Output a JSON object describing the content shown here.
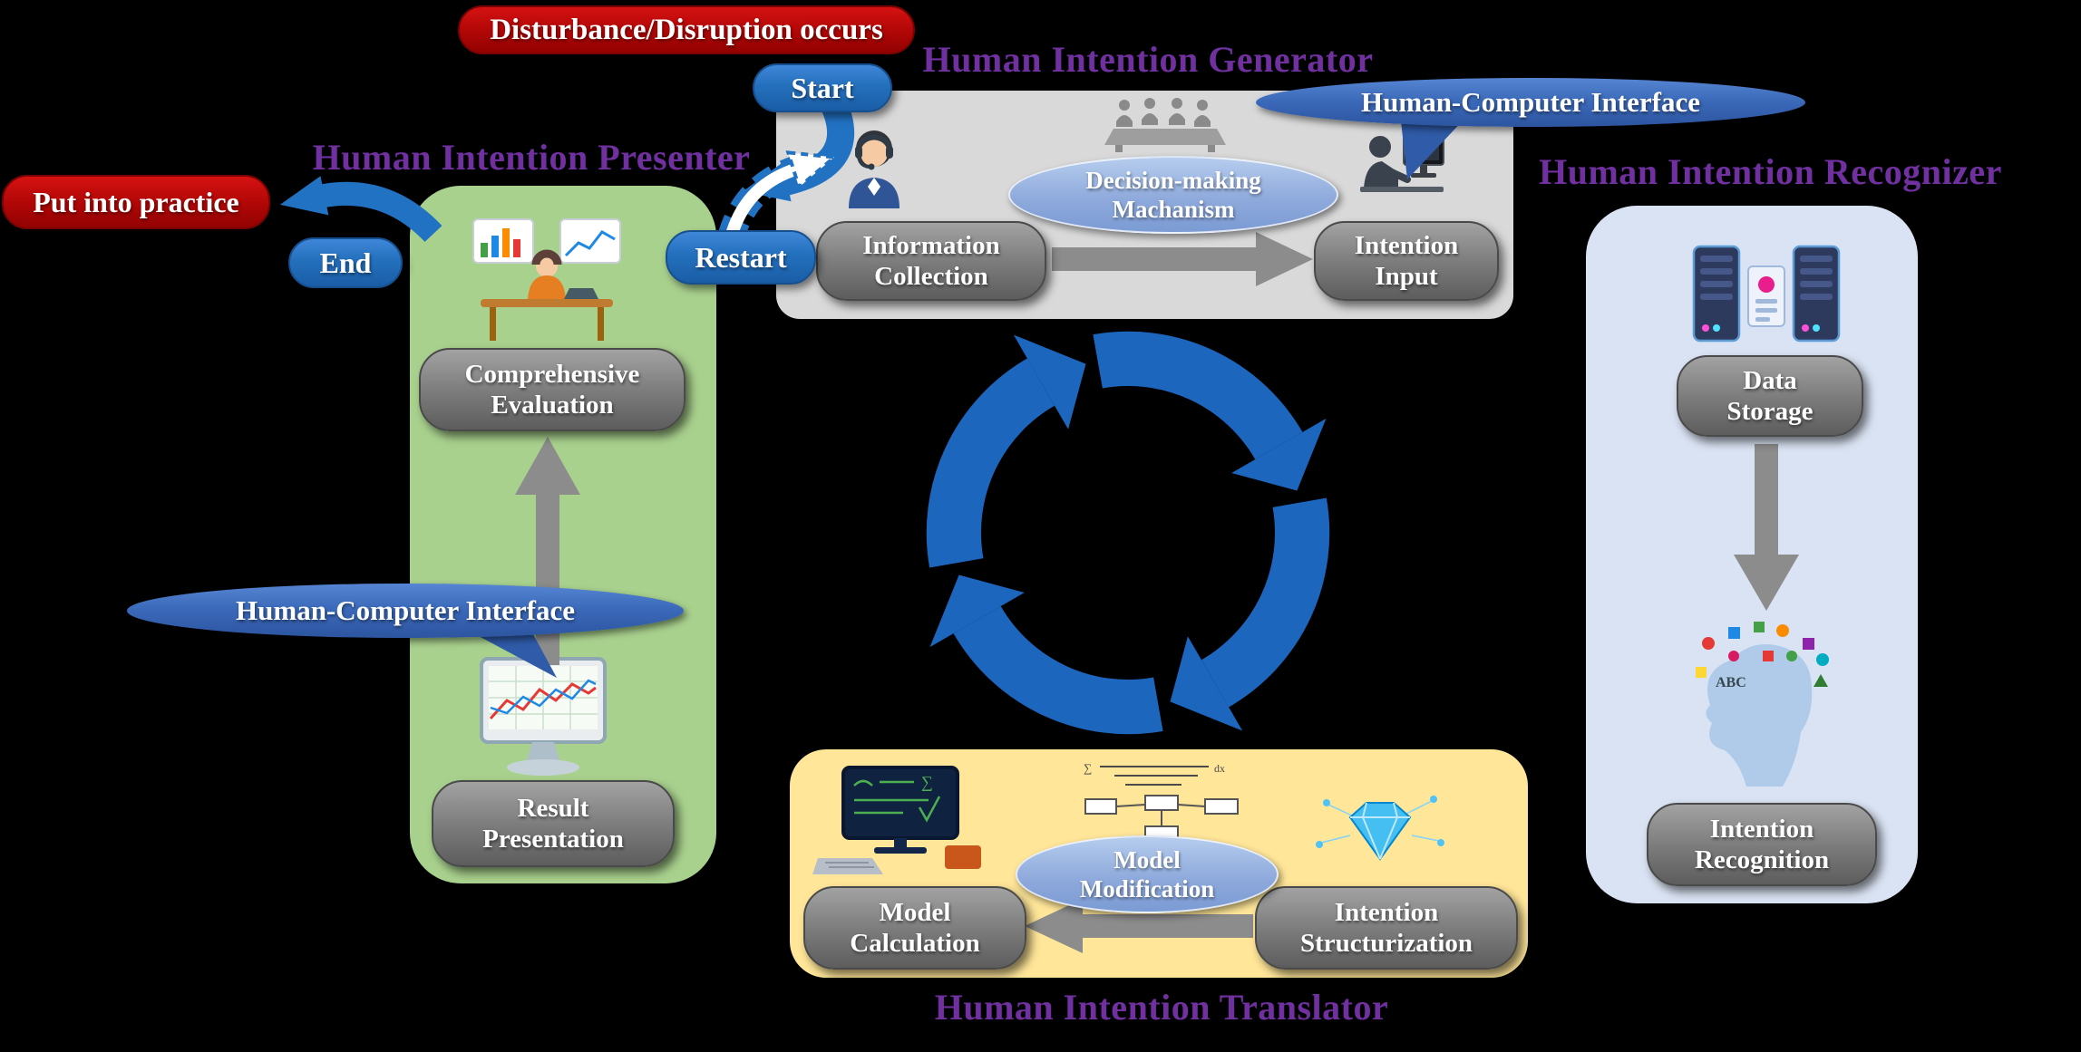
{
  "titles": {
    "presenter": "Human Intention Presenter",
    "generator": "Human Intention Generator",
    "recognizer": "Human Intention Recognizer",
    "translator": "Human Intention Translator"
  },
  "badges": {
    "disturbance": "Disturbance/Disruption occurs",
    "start": "Start",
    "restart": "Restart",
    "end": "End",
    "practice": "Put into practice"
  },
  "interface_bubbles": {
    "top": "Human-Computer Interface",
    "left": "Human-Computer Interface"
  },
  "generator": {
    "decision_line1": "Decision-making",
    "decision_line2": "Machanism",
    "info_line1": "Information",
    "info_line2": "Collection",
    "input_line1": "Intention",
    "input_line2": "Input"
  },
  "recognizer": {
    "storage_line1": "Data",
    "storage_line2": "Storage",
    "recognition_line1": "Intention",
    "recognition_line2": "Recognition"
  },
  "presenter": {
    "evaluation_line1": "Comprehensive",
    "evaluation_line2": "Evaluation",
    "result_line1": "Result",
    "result_line2": "Presentation"
  },
  "translator": {
    "modification_line1": "Model",
    "modification_line2": "Modification",
    "calculation_line1": "Model",
    "calculation_line2": "Calculation",
    "structurization_line1": "Intention",
    "structurization_line2": "Structurization"
  },
  "colors": {
    "title_purple": "#7030A0",
    "panel_generator": "#D9D9D9",
    "panel_recognizer": "#DAE3F3",
    "panel_presenter": "#A9D18E",
    "panel_translator": "#FFE699",
    "badge_red": "#C00000",
    "badge_blue": "#2272C3",
    "cycle_blue": "#1C66BE",
    "node_gray": "#6E6E6E",
    "interface_blue": "#3A68B8",
    "decision_blue": "#8FAADC"
  },
  "icons": [
    "meeting-icon",
    "person-headset-icon",
    "person-computer-icon",
    "server-rack-icon",
    "brain-ideas-icon",
    "analyst-desk-icon",
    "monitor-chart-icon",
    "math-monitor-icon",
    "formula-flowchart-icon",
    "crystal-network-icon",
    "cycle-arrows-icon"
  ]
}
